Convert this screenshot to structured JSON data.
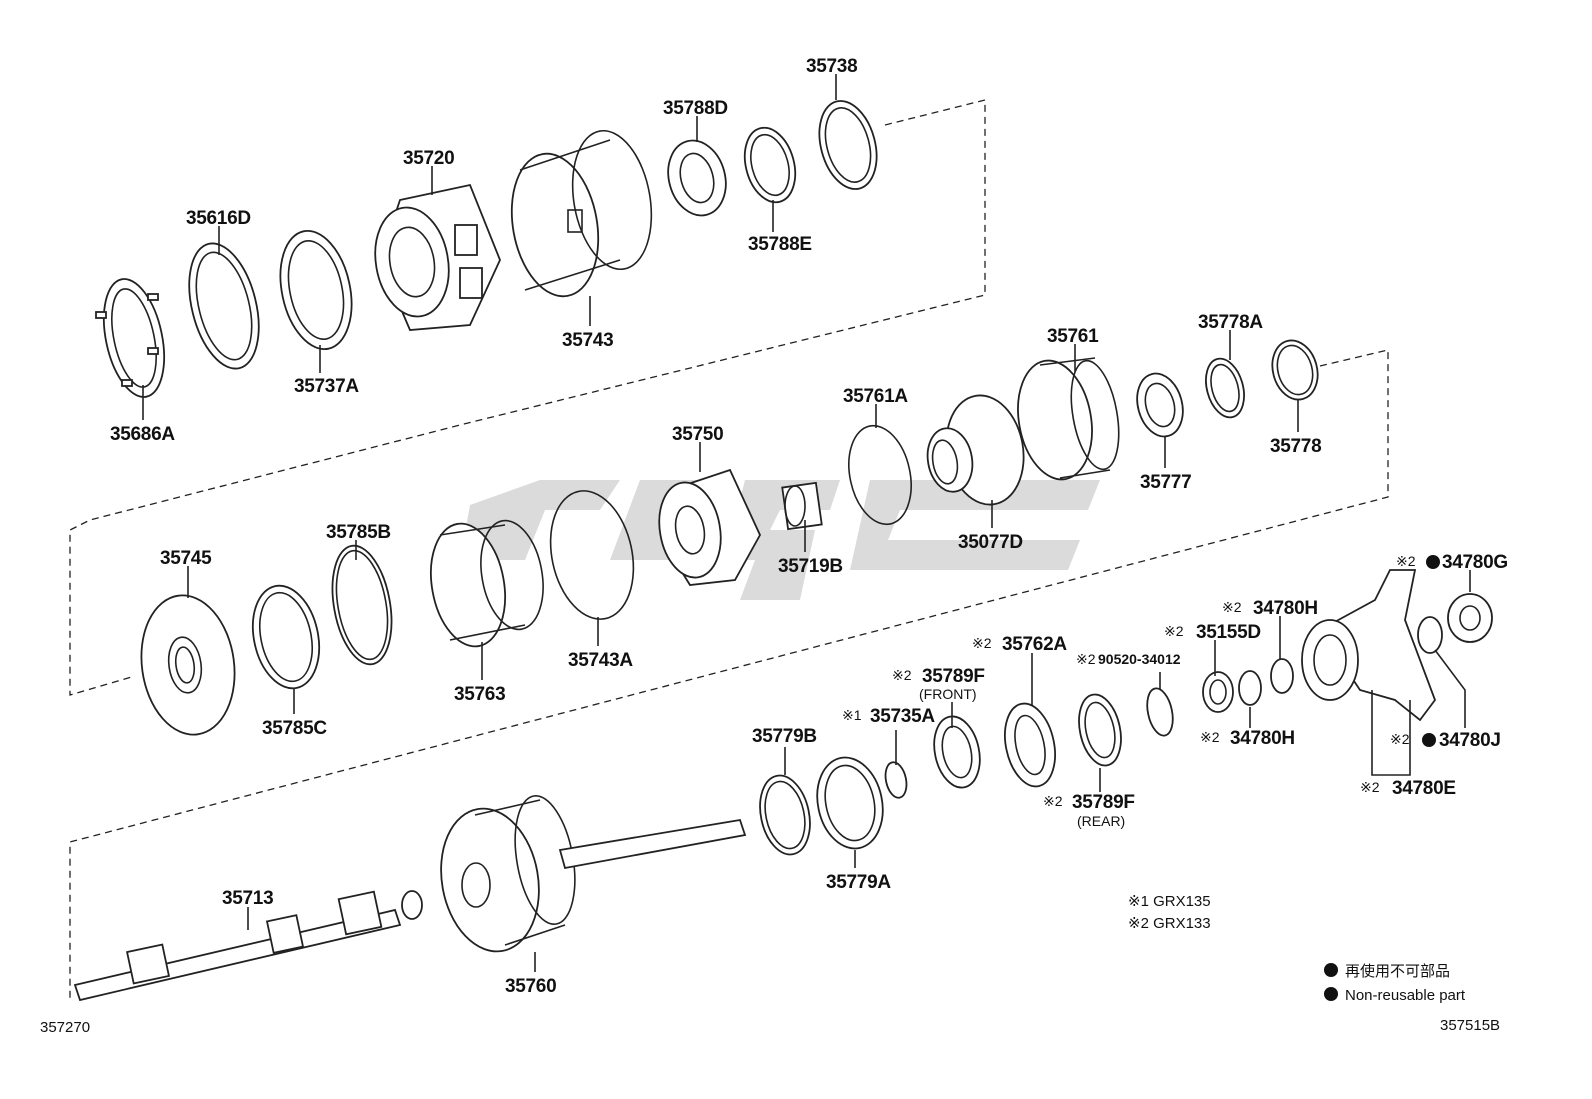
{
  "labels": {
    "p35738": "35738",
    "p35788D": "35788D",
    "p35720": "35720",
    "p35616D": "35616D",
    "p35743": "35743",
    "p35788E": "35788E",
    "p35737A": "35737A",
    "p35686A": "35686A",
    "p35761": "35761",
    "p35778A": "35778A",
    "p35761A": "35761A",
    "p35750": "35750",
    "p35777": "35777",
    "p35778": "35778",
    "p35745": "35745",
    "p35785B": "35785B",
    "p35077D": "35077D",
    "p35719B": "35719B",
    "p35785C": "35785C",
    "p35763": "35763",
    "p35743A": "35743A",
    "p34780G": "34780G",
    "p34780H_top": "34780H",
    "p35155D": "35155D",
    "p35762A": "35762A",
    "p90520": "90520-34012",
    "p35789F_front": "35789F",
    "front": "(FRONT)",
    "p35735A": "35735A",
    "p35779B": "35779B",
    "p34780H_bot": "34780H",
    "p34780J": "34780J",
    "p34780E": "34780E",
    "p35789F_rear": "35789F",
    "rear": "(REAR)",
    "p35779A": "35779A",
    "p35713": "35713",
    "p35760": "35760"
  },
  "marks": {
    "m1": "※1",
    "m2": "※2"
  },
  "notes": {
    "n1": "※1 GRX135",
    "n2": "※2 GRX133",
    "jp": "再使用不可部品",
    "en": "Non-reusable part"
  },
  "footer": {
    "left_code": "357270",
    "right_code": "357515B"
  }
}
